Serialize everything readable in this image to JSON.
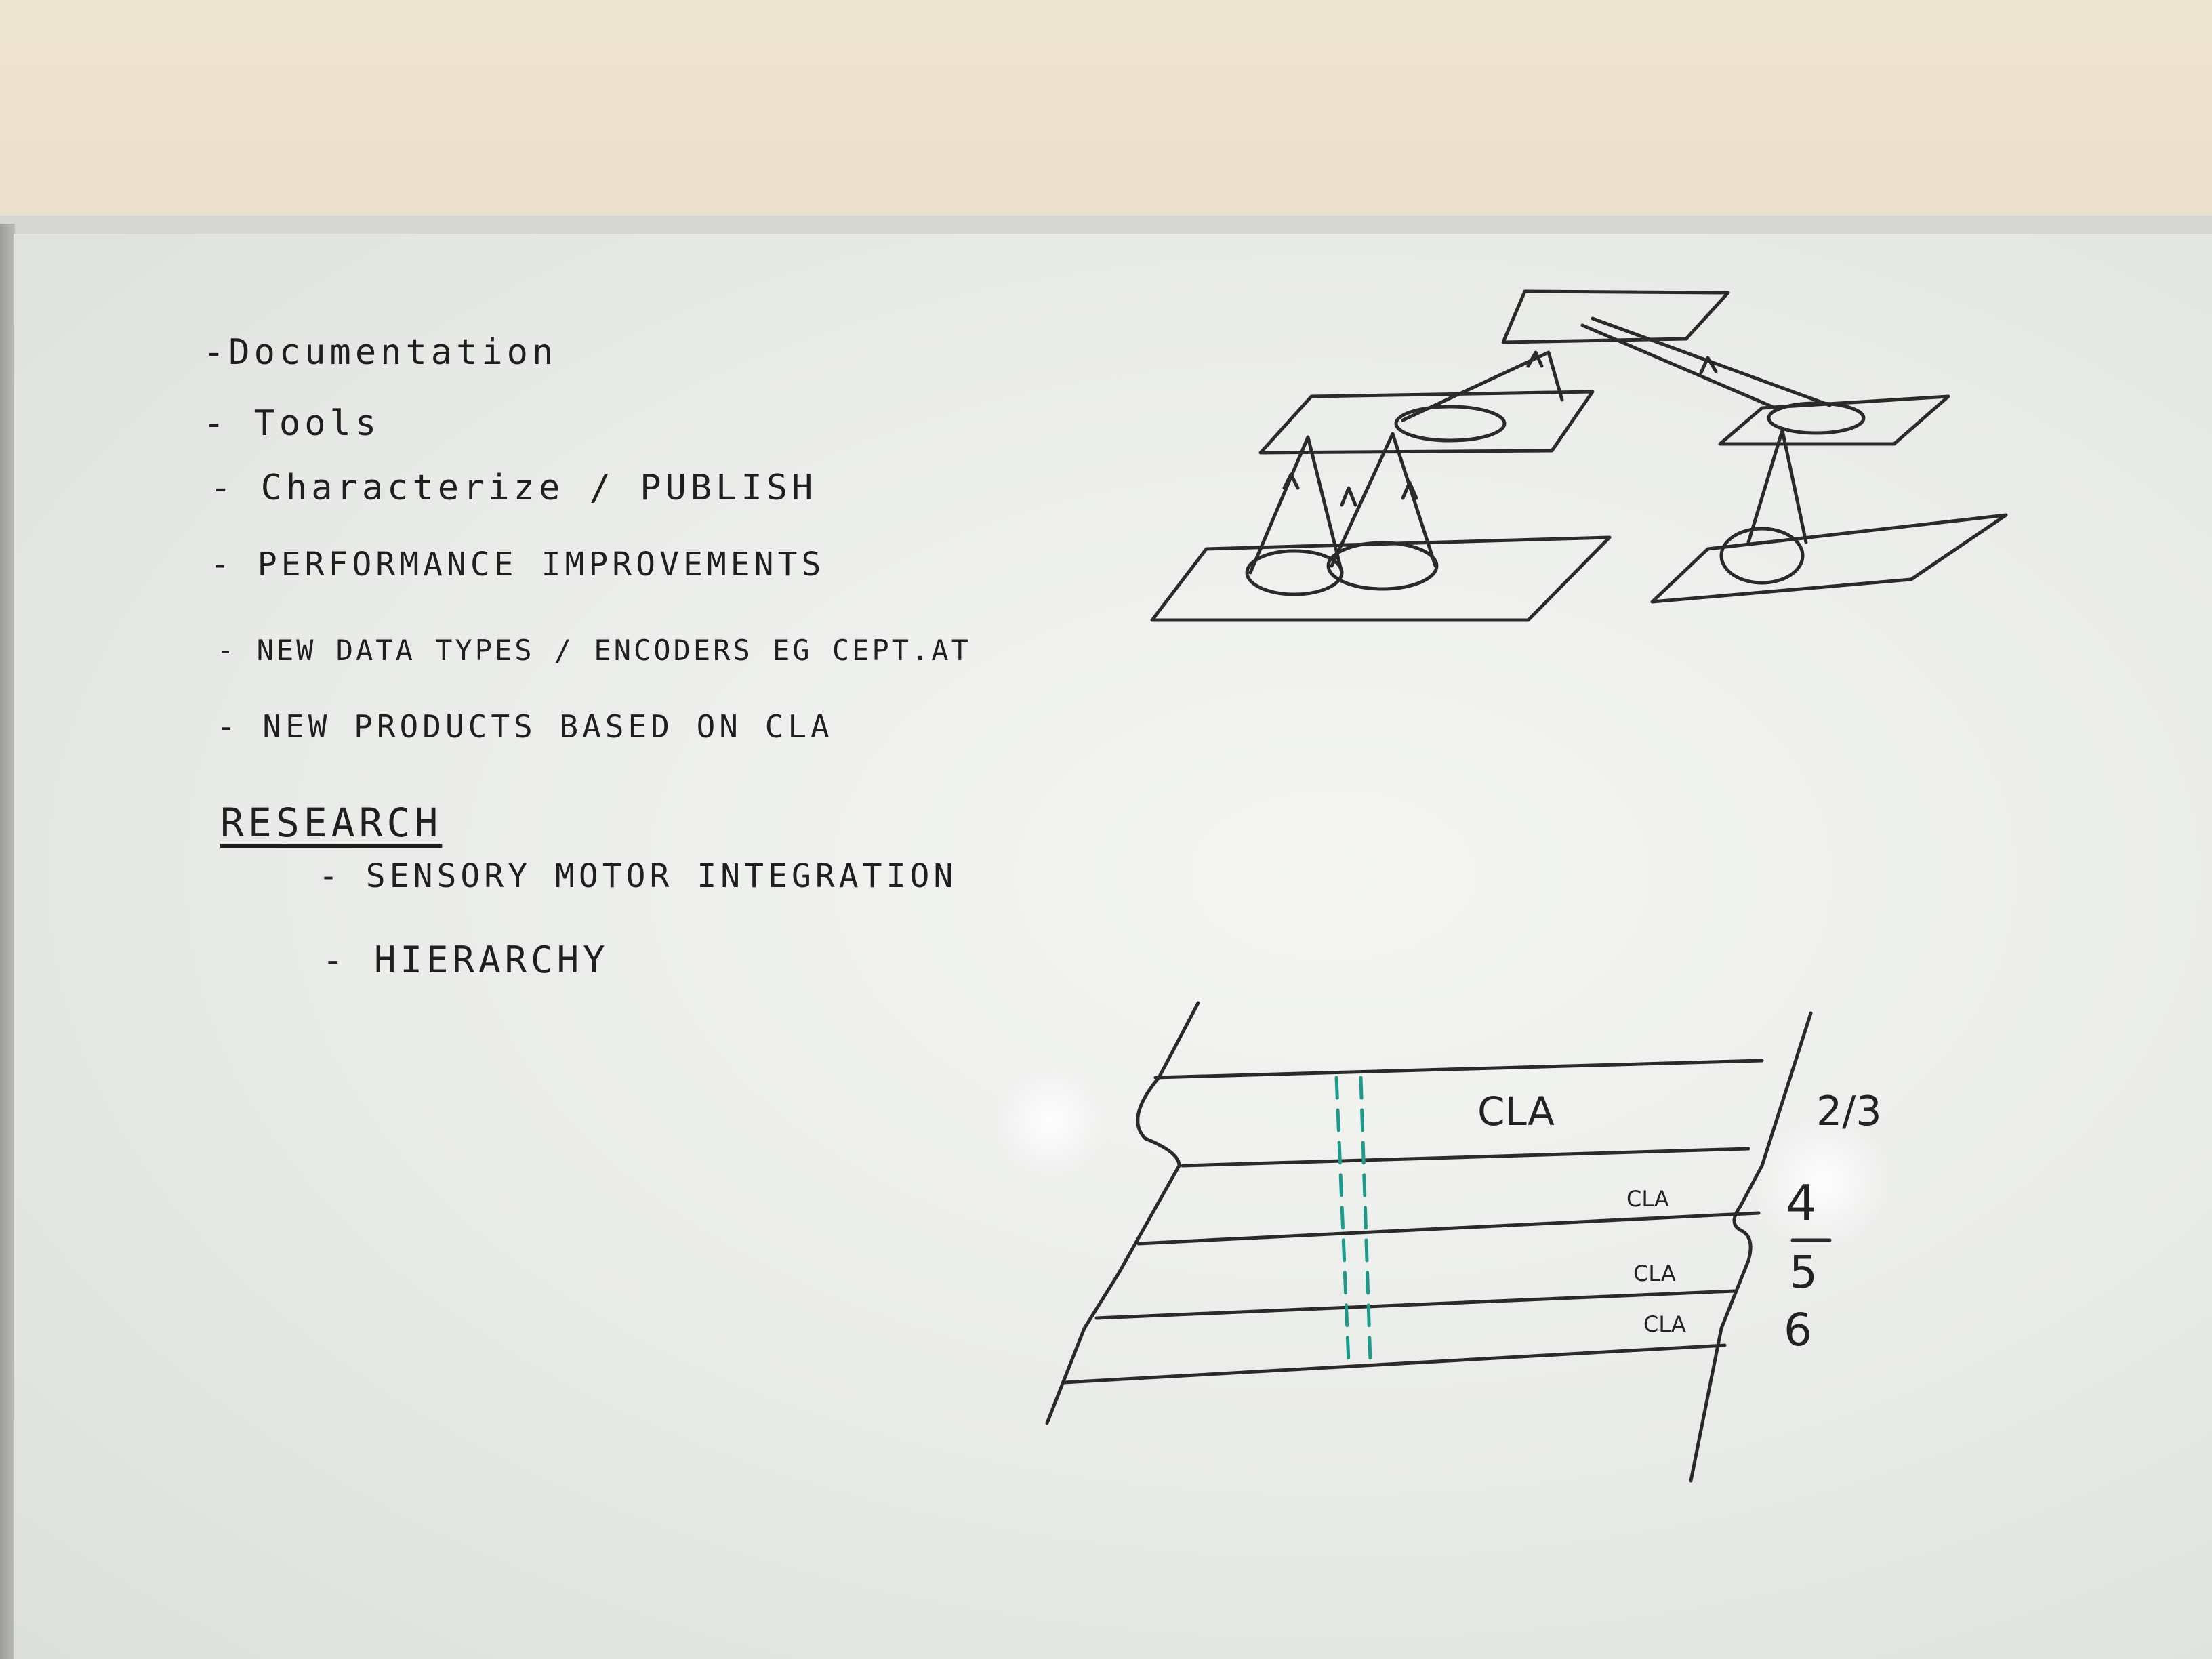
{
  "whiteboard": {
    "todo_list": [
      "-Documentation",
      "- Tools",
      "- Characterize / PUBLISH",
      "- PERFORMANCE IMPROVEMENTS",
      "- NEW DATA TYPES / ENCODERS  EG CEPT.AT",
      "- NEW PRODUCTS BASED ON CLA"
    ],
    "research_heading": "RESEARCH",
    "research_items": [
      "- SENSORY MOTOR INTEGRATION",
      "- HIERARCHY"
    ],
    "layer_diagram": {
      "main_label": "CLA",
      "layer_labels": [
        "CLA",
        "CLA",
        "CLA"
      ],
      "layer_numbers": [
        "2/3",
        "4",
        "5",
        "6"
      ]
    },
    "colors": {
      "marker_black": "#1f1f1f",
      "marker_green": "#1e9a8a",
      "board_white": "#eef0ed",
      "wall": "#ece2cf"
    }
  }
}
